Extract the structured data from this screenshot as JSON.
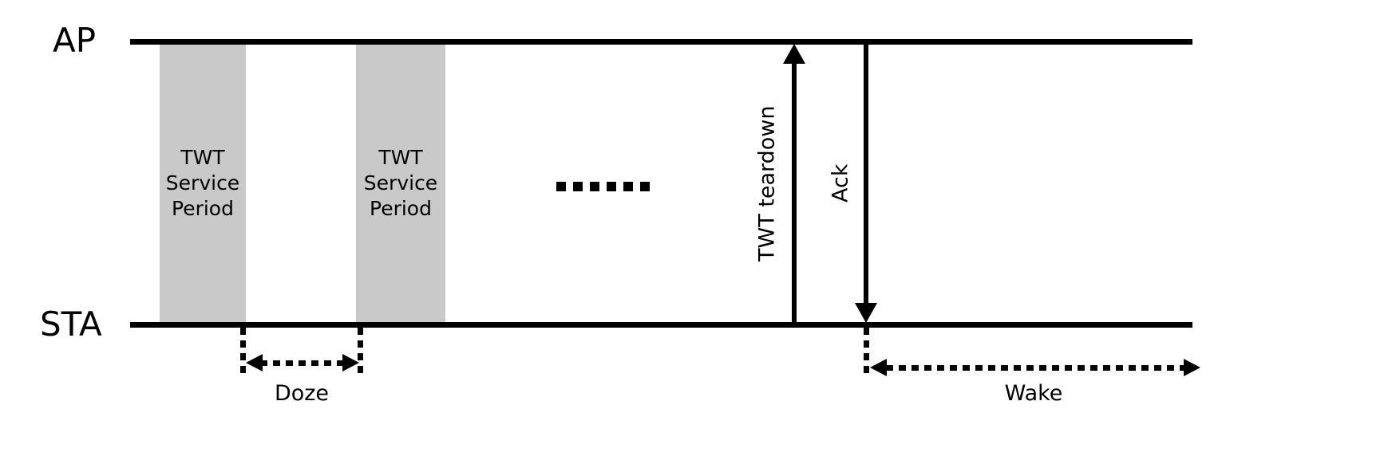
{
  "diagram": {
    "ap_label": "AP",
    "sta_label": "STA",
    "service_periods": [
      {
        "label": "TWT\nService\nPeriod"
      },
      {
        "label": "TWT\nService\nPeriod"
      }
    ],
    "ellipsis": "······",
    "arrows": {
      "teardown_label": "TWT teardown",
      "ack_label": "Ack"
    },
    "intervals": {
      "doze_label": "Doze",
      "wake_label": "Wake"
    },
    "colors": {
      "line": "#000000",
      "service_period_fill": "#c9c9c9",
      "background": "#ffffff"
    }
  }
}
